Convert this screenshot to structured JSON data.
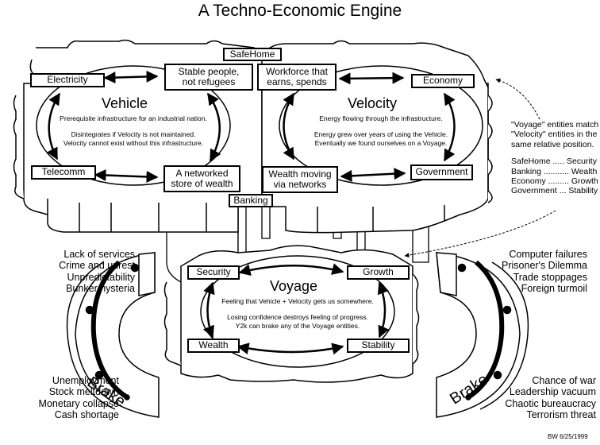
{
  "title": "A Techno-Economic Engine",
  "vehicle": {
    "heading": "Vehicle",
    "line1": "Prerequisite infrastructure for an industrial nation.",
    "line2": "Disintegrates if Velocity is not maintained.",
    "line3": "Velocity cannot exist without this infrastructure."
  },
  "velocity": {
    "heading": "Velocity",
    "line1": "Energy flowing through the infrastructure.",
    "line2": "Energy grew over years of using the Vehicle.",
    "line3": "Eventually we found ourselves on a Voyage."
  },
  "voyage": {
    "heading": "Voyage",
    "line1": "Feeling that Vehicle + Velocity gets us somewhere.",
    "line2": "Losing confidence destroys feeling of progress.",
    "line3": "Y2k can brake any of the Voyage entities."
  },
  "boxes": {
    "electricity": "Electricity",
    "stable_l1": "Stable people,",
    "stable_l2": "not refugees",
    "safehome": "SafeHome",
    "workforce_l1": "Workforce that",
    "workforce_l2": "earns, spends",
    "economy": "Economy",
    "telecomm": "Telecomm",
    "networked_l1": "A networked",
    "networked_l2": "store of wealth",
    "banking": "Banking",
    "wealthmoving_l1": "Wealth moving",
    "wealthmoving_l2": "via networks",
    "government": "Government",
    "security": "Security",
    "growth": "Growth",
    "wealth": "Wealth",
    "stability": "Stability"
  },
  "note": {
    "line1": "\"Voyage\" entities match",
    "line2": "\"Velocity\" entities in the",
    "line3": "same relative position.",
    "map1": "SafeHome ..... Security",
    "map2": "Banking ........... Wealth",
    "map3": "Economy ......... Growth",
    "map4": "Government ... Stability"
  },
  "brake_label": "Brake",
  "left_top_list": [
    "Lack of services",
    "Crime and unrest",
    "Unpredictability",
    "Bunker hysteria"
  ],
  "left_bottom_list": [
    "Unemployment",
    "Stock meltdown",
    "Monetary collapse",
    "Cash shortage"
  ],
  "right_top_list": [
    "Computer failures",
    "Prisoner's Dilemma",
    "Trade stoppages",
    "Foreign turmoil"
  ],
  "right_bottom_list": [
    "Chance of war",
    "Leadership vacuum",
    "Chaotic bureaucracy",
    "Terrorism threat"
  ],
  "signature": "BW 6/25/1999"
}
